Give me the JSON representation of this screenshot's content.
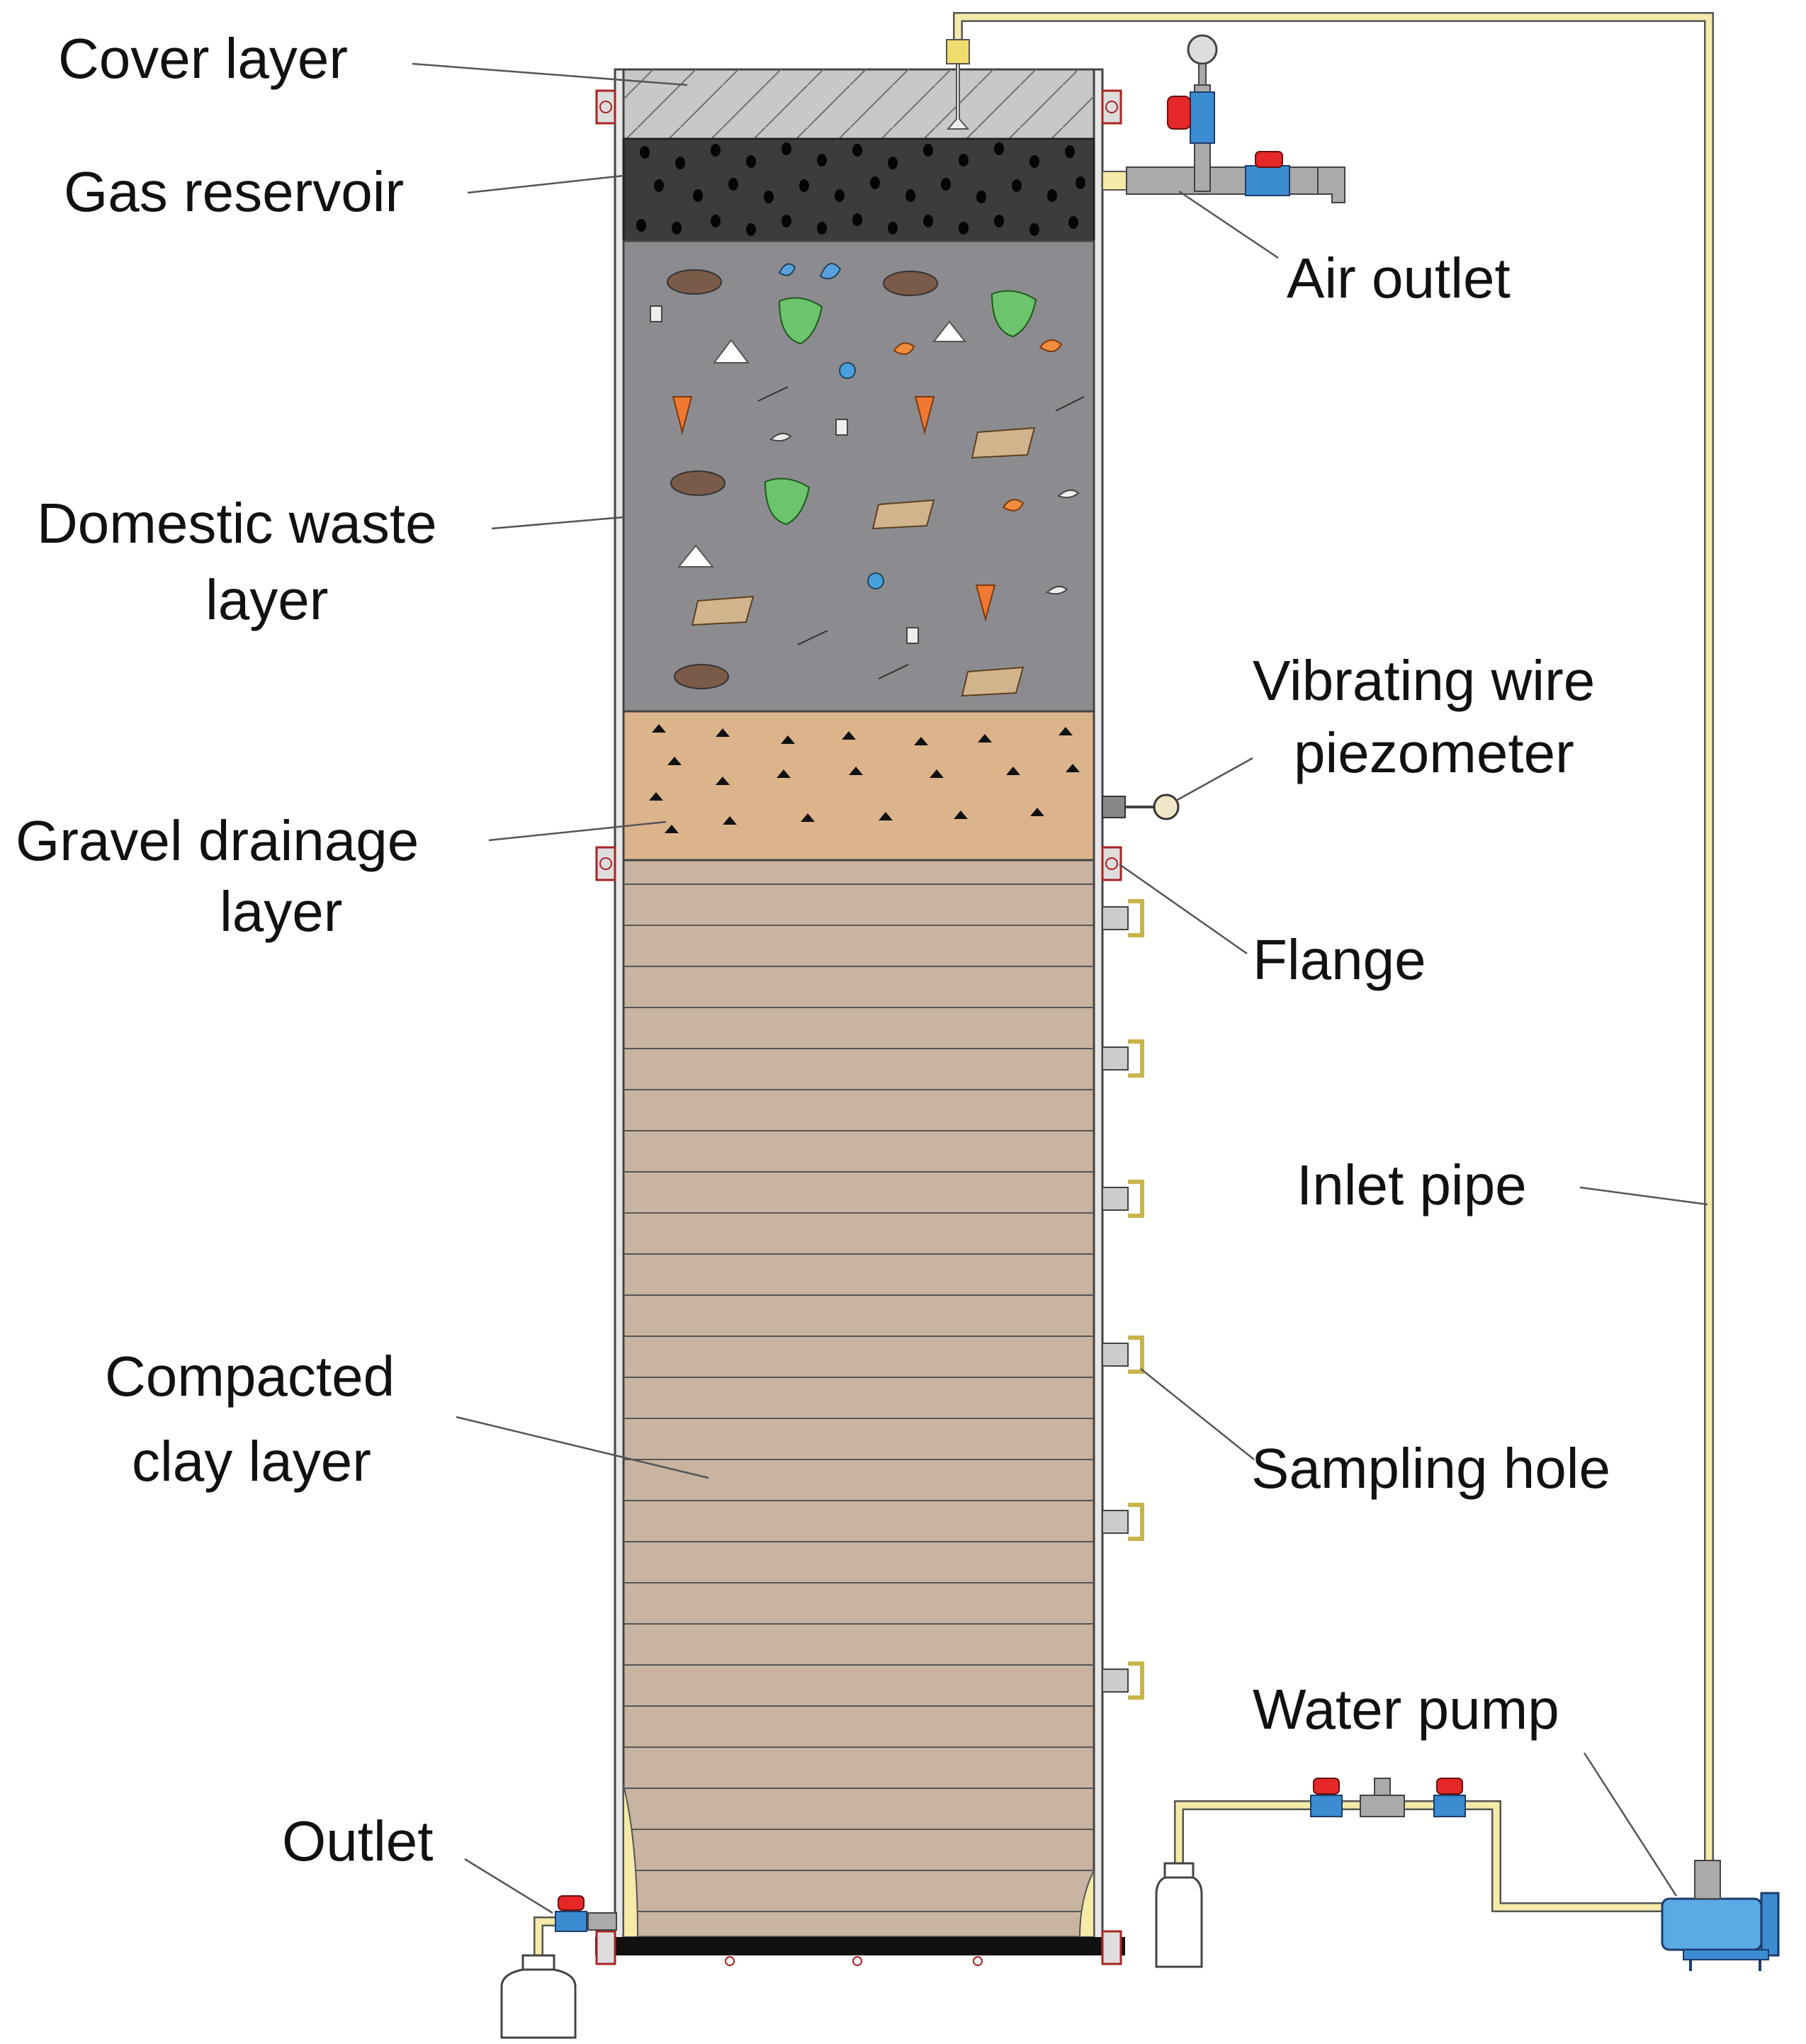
{
  "labels": {
    "cover": "Cover layer",
    "gas": "Gas reservoir",
    "waste_1": "Domestic waste",
    "waste_2": "layer",
    "gravel_1": "Gravel drainage",
    "gravel_2": "layer",
    "clay_1": "Compacted",
    "clay_2": "clay layer",
    "outlet": "Outlet",
    "air_outlet": "Air outlet",
    "piezo_1": "Vibrating wire",
    "piezo_2": "piezometer",
    "flange": "Flange",
    "inlet": "Inlet pipe",
    "sampling": "Sampling hole",
    "pump": "Water pump"
  },
  "colors": {
    "cover": "#c8c8c8",
    "gas": "#3c3c3c",
    "waste": "#8c8c90",
    "gravel": "#dcb48c",
    "clay": "#c8b4a0",
    "pipe": "#f5eaa8",
    "valve_blue": "#3c8cd2",
    "valve_red": "#e62828"
  }
}
